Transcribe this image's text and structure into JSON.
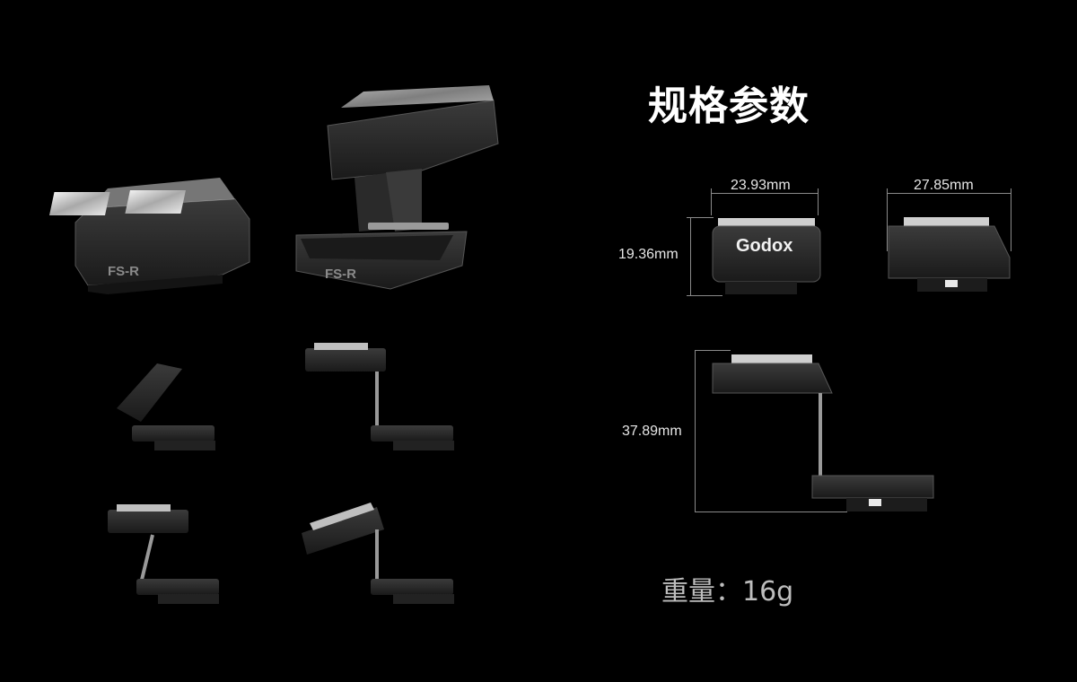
{
  "title": "规格参数",
  "dimensions": {
    "front_width": "23.93mm",
    "front_height": "19.36mm",
    "side_width": "27.85mm",
    "extended_height": "37.89mm"
  },
  "model_label": "FS-R",
  "brand_logo": "Godox",
  "weight": "重量：16g"
}
